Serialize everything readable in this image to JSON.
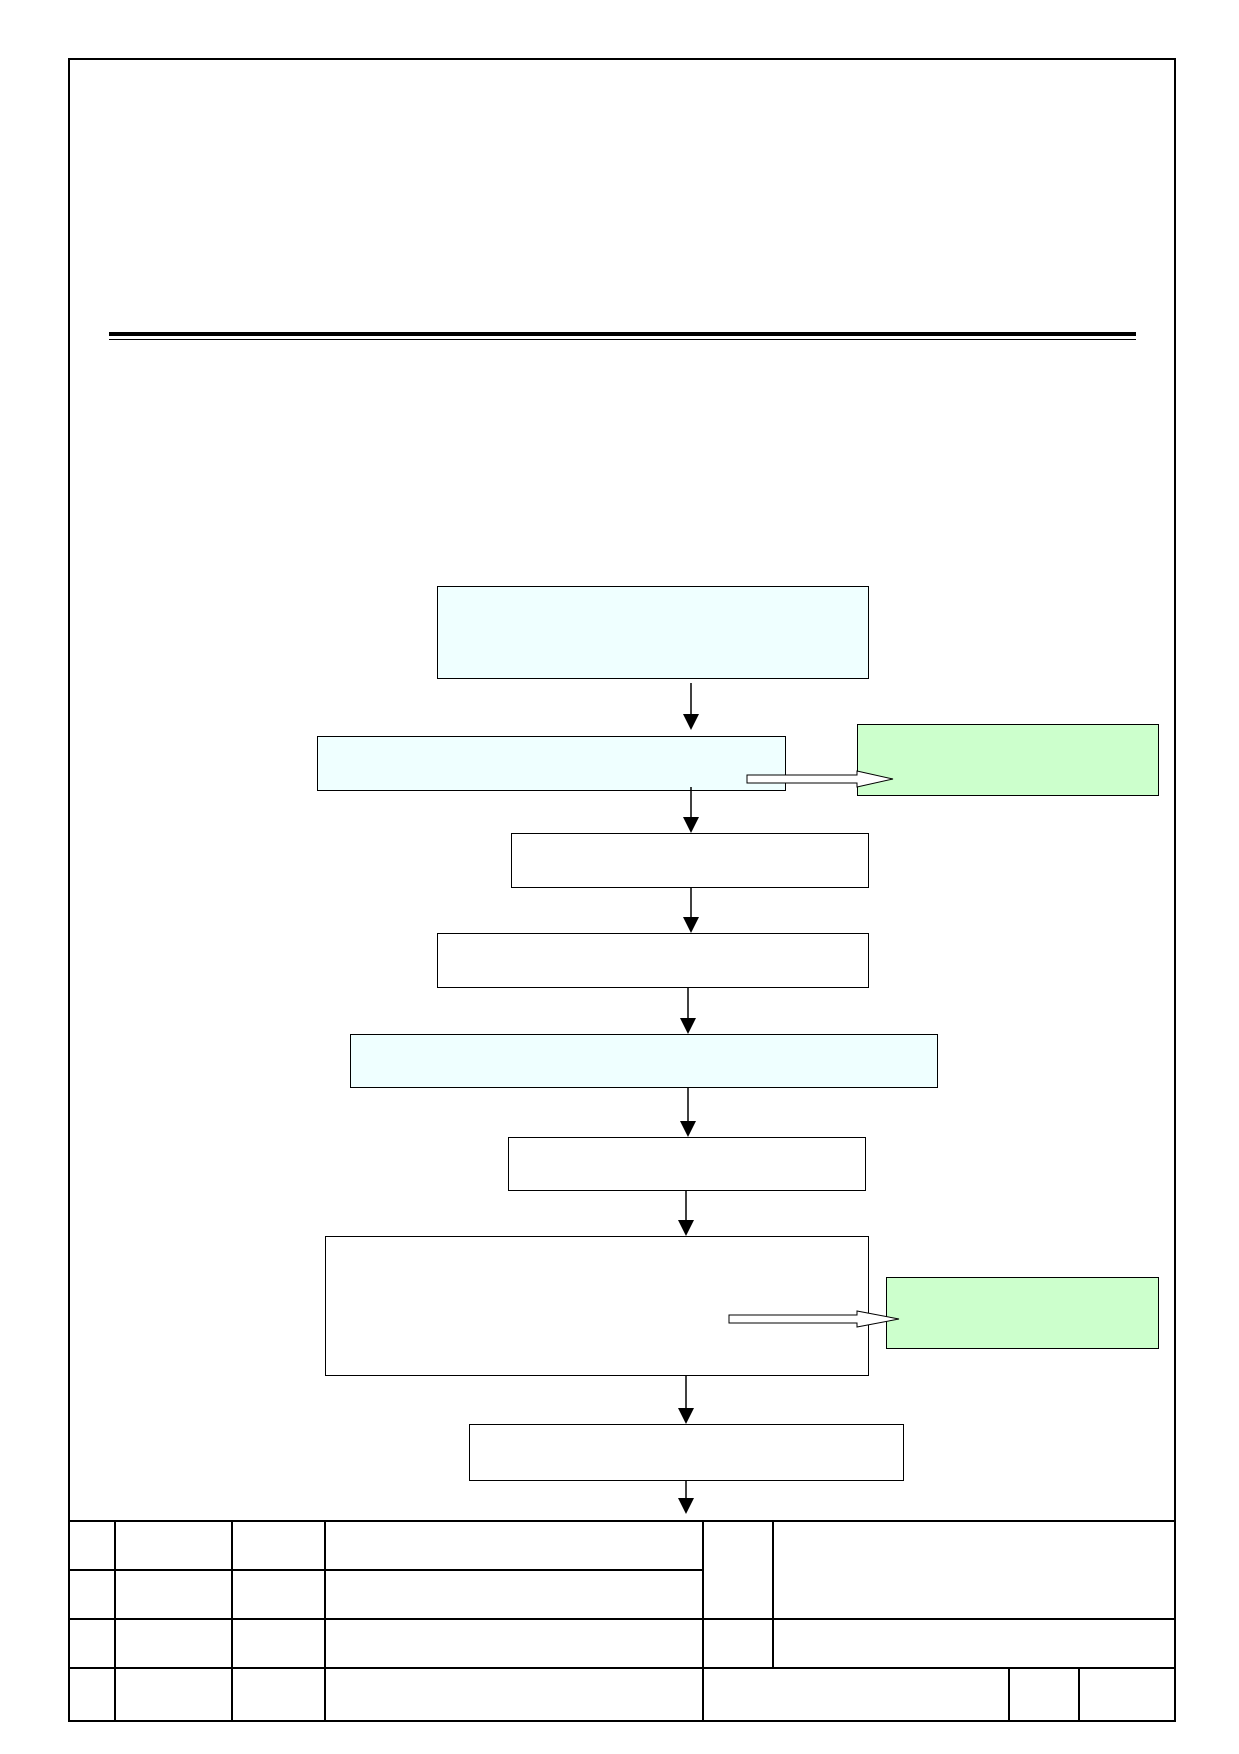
{
  "colors": {
    "cyan_box": "#efffff",
    "green_box": "#ccffcc",
    "border": "#000000"
  },
  "header": {
    "title": ""
  },
  "flowchart": {
    "steps": [
      {
        "id": "step-1",
        "label": "",
        "fill": "cyan"
      },
      {
        "id": "step-2",
        "label": "",
        "fill": "cyan"
      },
      {
        "id": "step-3",
        "label": "",
        "fill": "white"
      },
      {
        "id": "step-4",
        "label": "",
        "fill": "white"
      },
      {
        "id": "step-5",
        "label": "",
        "fill": "cyan"
      },
      {
        "id": "step-6",
        "label": "",
        "fill": "white"
      },
      {
        "id": "step-7",
        "label": "",
        "fill": "white"
      },
      {
        "id": "step-8",
        "label": "",
        "fill": "white"
      }
    ],
    "side_outputs": [
      {
        "id": "side-1",
        "label": "",
        "fill": "green"
      },
      {
        "id": "side-2",
        "label": "",
        "fill": "green"
      }
    ]
  },
  "title_block": {
    "cells": []
  }
}
